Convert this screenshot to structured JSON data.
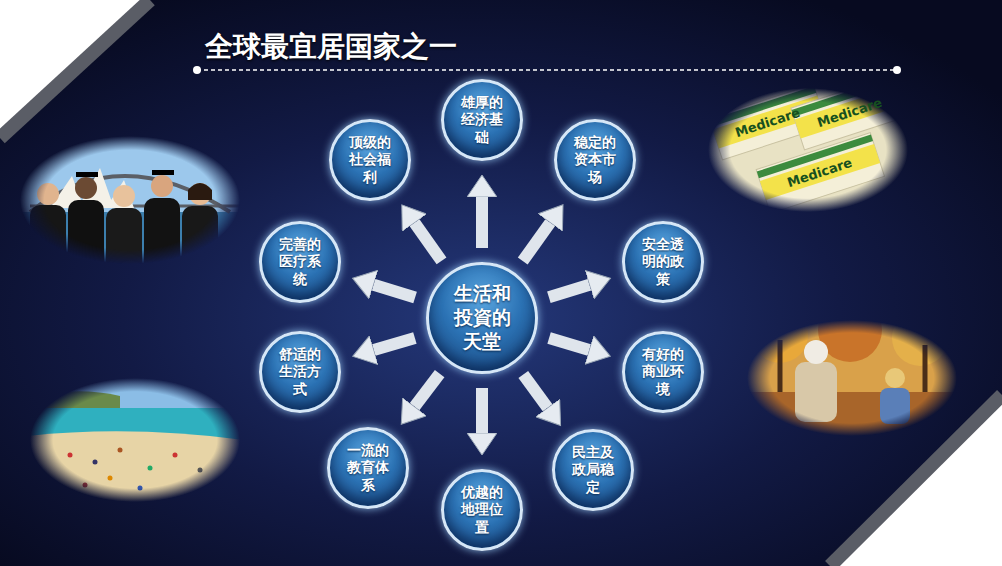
{
  "diagram": {
    "title": "全球最宜居国家之一",
    "nodes": [
      {
        "text": [
          "生活和投資的天堂"
        ]
      },
      {
        "text": [
          "雄厚的经济基础"
        ]
      },
      {
        "text": [
          "稳定的资本市场"
        ]
      },
      {
        "text": [
          "安全透明的政策"
        ]
      },
      {
        "text": [
          "有好的商业环境"
        ]
      },
      {
        "text": [
          "民主及政局稳定"
        ]
      },
      {
        "text": [
          "优越的地理位置"
        ]
      },
      {
        "text": [
          "一流的教育体系"
        ]
      },
      {
        "text": [
          "舒适的生活方式"
        ]
      },
      {
        "text": [
          "完善的医疗系统"
        ]
      },
      {
        "text": [
          "顶级的社会福利"
        ]
      }
    ],
    "edges": [
      {
        "from": 0,
        "to": 1,
        "arrow": "to"
      },
      {
        "from": 0,
        "to": 2,
        "arrow": "to"
      },
      {
        "from": 0,
        "to": 3,
        "arrow": "to"
      },
      {
        "from": 0,
        "to": 4,
        "arrow": "to"
      },
      {
        "from": 0,
        "to": 5,
        "arrow": "to"
      },
      {
        "from": 0,
        "to": 6,
        "arrow": "to"
      },
      {
        "from": 0,
        "to": 7,
        "arrow": "to"
      },
      {
        "from": 0,
        "to": 8,
        "arrow": "to"
      },
      {
        "from": 0,
        "to": 9,
        "arrow": "to"
      },
      {
        "from": 0,
        "to": 10,
        "arrow": "to"
      }
    ],
    "labels": [
      "Medicare",
      "Medicare",
      "Medicare"
    ]
  }
}
